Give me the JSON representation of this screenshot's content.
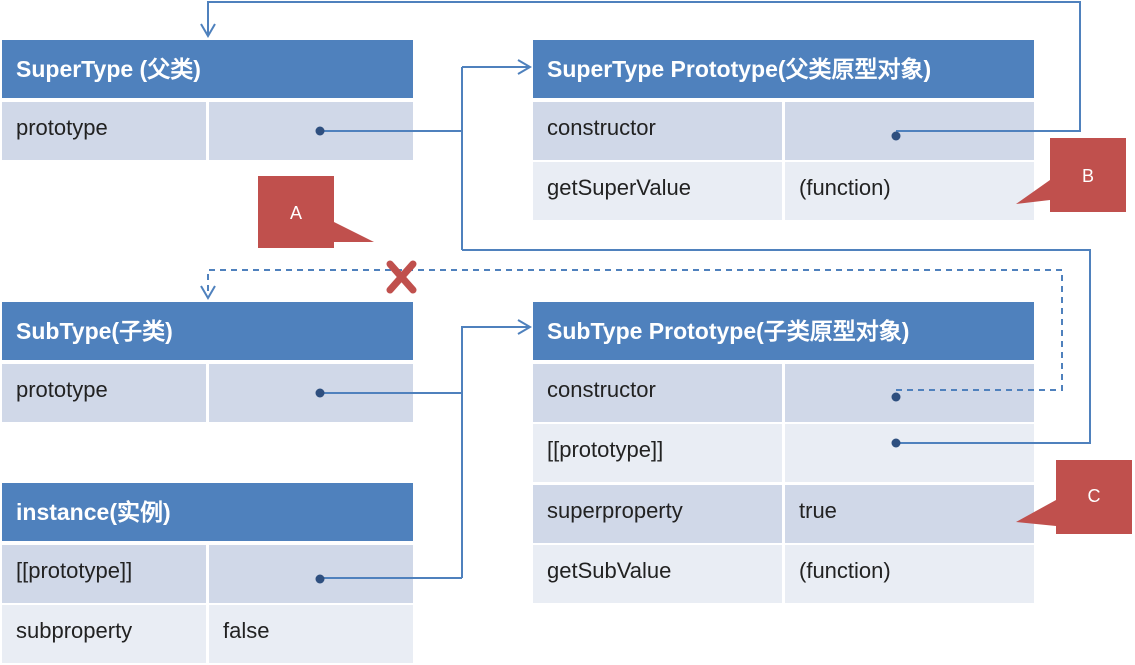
{
  "super_type": {
    "title": "SuperType (父类)",
    "rows": [
      {
        "key": "prototype",
        "value": ""
      }
    ]
  },
  "super_proto": {
    "title": "SuperType Prototype(父类原型对象)",
    "rows": [
      {
        "key": "constructor",
        "value": ""
      },
      {
        "key": "getSuperValue",
        "value": "(function)"
      }
    ]
  },
  "sub_type": {
    "title": "SubType(子类)",
    "rows": [
      {
        "key": "prototype",
        "value": ""
      }
    ]
  },
  "sub_proto": {
    "title": "SubType Prototype(子类原型对象)",
    "rows": [
      {
        "key": "constructor",
        "value": ""
      },
      {
        "key": "[[prototype]]",
        "value": ""
      },
      {
        "key": "superproperty",
        "value": "true"
      },
      {
        "key": "getSubValue",
        "value": "(function)"
      }
    ]
  },
  "instance": {
    "title": "instance(实例)",
    "rows": [
      {
        "key": "[[prototype]]",
        "value": ""
      },
      {
        "key": "subproperty",
        "value": "false"
      }
    ]
  },
  "callouts": {
    "a": "A",
    "b": "B",
    "c": "C"
  },
  "colors": {
    "header": "#4f81bd",
    "row_dark": "#d0d8e8",
    "row_light": "#e9edf4",
    "arrow": "#4f81bd",
    "callout": "#c0504d"
  }
}
